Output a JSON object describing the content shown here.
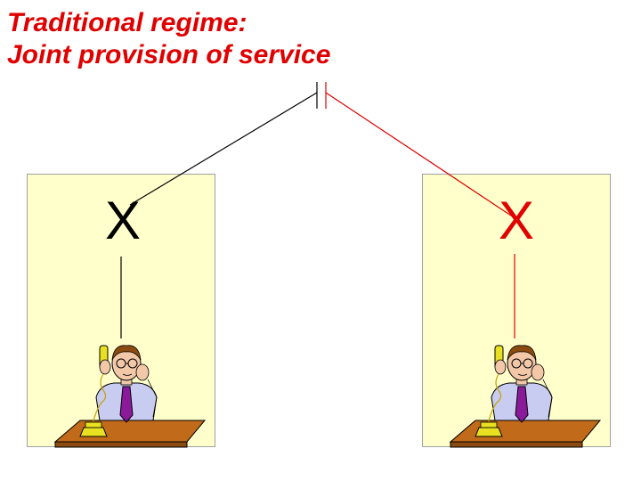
{
  "title": {
    "line1": "Traditional regime:",
    "line2": "Joint provision of service"
  },
  "left_panel": {
    "switch_mark": "X",
    "mark_color": "#000000"
  },
  "right_panel": {
    "switch_mark": "X",
    "mark_color": "#e00000"
  },
  "colors": {
    "title": "#e00000",
    "panel_fill": "#ffffcc",
    "left_line": "#000000",
    "right_line": "#e00000",
    "desk": "#c06a1a",
    "shirt": "#c8ccf0",
    "tie": "#8a1a9a",
    "phone": "#e8e020"
  },
  "icons": [
    "interconnection-icon",
    "person-on-phone-icon"
  ]
}
